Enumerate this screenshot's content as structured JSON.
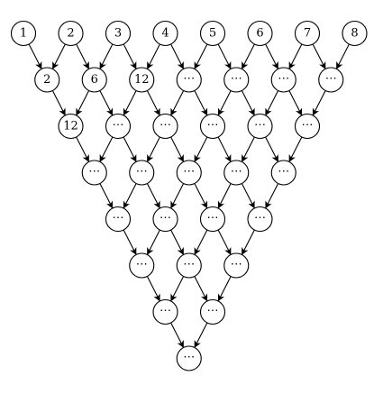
{
  "diagram": {
    "rows": [
      [
        "1",
        "2",
        "3",
        "4",
        "5",
        "6",
        "7",
        "8"
      ],
      [
        "2",
        "6",
        "12",
        "⋯",
        "⋯",
        "⋯",
        "⋯"
      ],
      [
        "12",
        "⋯",
        "⋯",
        "⋯",
        "⋯",
        "⋯"
      ],
      [
        "⋯",
        "⋯",
        "⋯",
        "⋯",
        "⋯"
      ],
      [
        "⋯",
        "⋯",
        "⋯",
        "⋯"
      ],
      [
        "⋯",
        "⋯",
        "⋯"
      ],
      [
        "⋯",
        "⋯"
      ],
      [
        "⋯"
      ]
    ],
    "edge_rule": "each node points down to the node below-left and below-right",
    "colors": {
      "stroke": "#000000",
      "fill": "#ffffff",
      "text": "#000000"
    }
  }
}
